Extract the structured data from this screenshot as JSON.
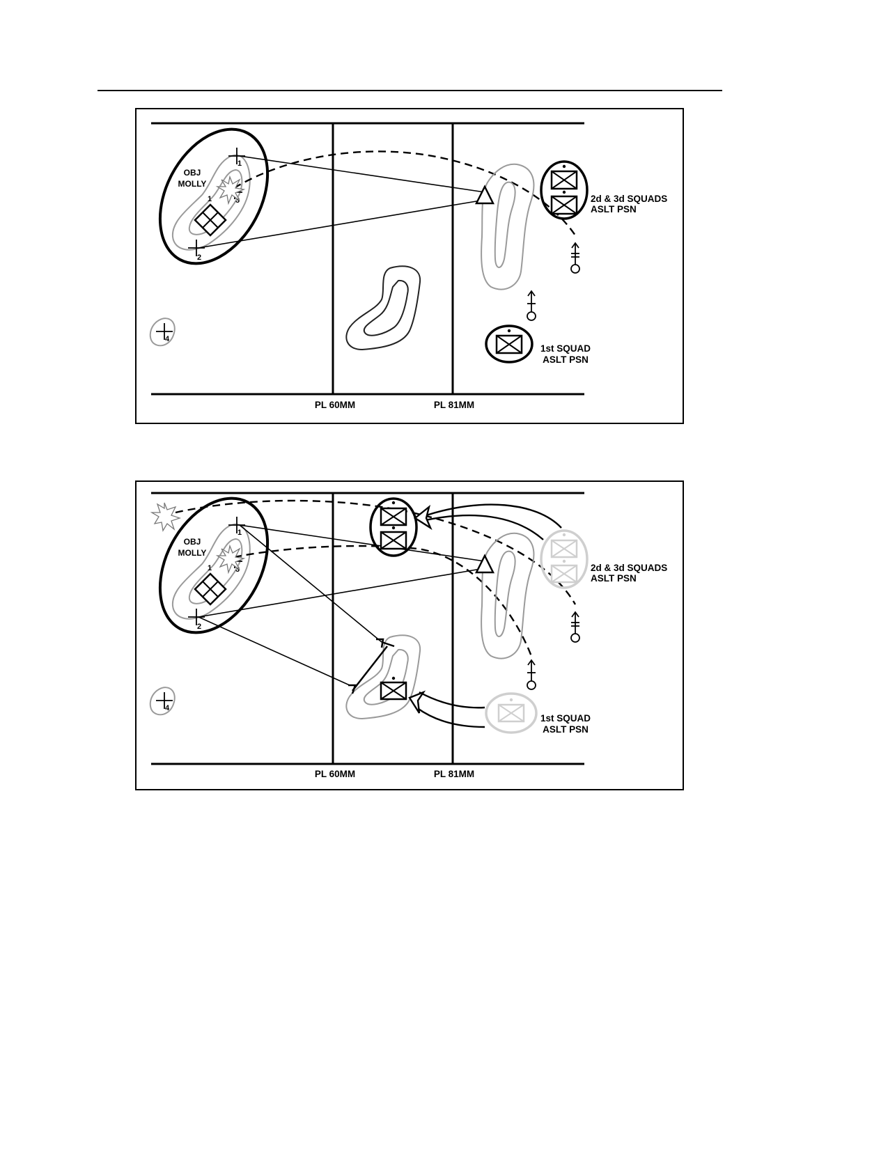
{
  "panels": [
    {
      "objective_label_line1": "OBJ",
      "objective_label_line2": "MOLLY",
      "target_labels": [
        "1",
        "2",
        "3",
        "4"
      ],
      "enemy_position_label": "1",
      "squads_2_3_line1": "2d & 3d SQUADS",
      "squads_2_3_line2": "ASLT PSN",
      "squad_1_line1": "1st SQUAD",
      "squad_1_line2": "ASLT PSN",
      "phase_line_60": "PL 60MM",
      "phase_line_81": "PL 81MM"
    },
    {
      "objective_label_line1": "OBJ",
      "objective_label_line2": "MOLLY",
      "target_labels": [
        "1",
        "2",
        "3",
        "4"
      ],
      "enemy_position_label": "1",
      "squads_2_3_line1": "2d & 3d SQUADS",
      "squads_2_3_line2": "ASLT PSN",
      "squad_1_line1": "1st SQUAD",
      "squad_1_line2": "ASLT PSN",
      "phase_line_60": "PL 60MM",
      "phase_line_81": "PL 81MM"
    }
  ],
  "colors": {
    "line": "#000000",
    "terrain": "#9a9a9a",
    "previous_position": "#cfcfcf"
  }
}
